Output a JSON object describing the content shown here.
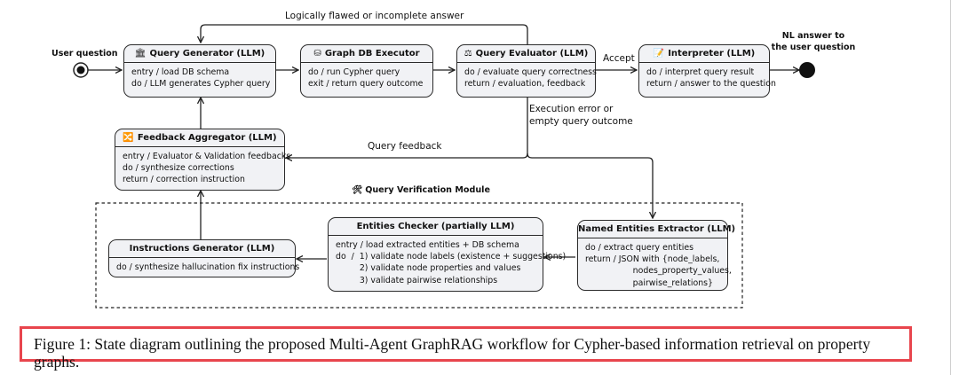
{
  "states": {
    "query_generator": {
      "icon": "🏛",
      "title": "Query Generator (LLM)",
      "body": "entry / load DB schema\ndo / LLM generates Cypher query"
    },
    "graph_db_executor": {
      "icon": "⛁",
      "title": "Graph DB Executor",
      "body": "do / run Cypher query\nexit / return query outcome"
    },
    "query_evaluator": {
      "icon": "⚖",
      "title": "Query Evaluator (LLM)",
      "body": "do / evaluate query correctness\nreturn / evaluation, feedback"
    },
    "interpreter": {
      "icon": "📝",
      "title": "Interpreter (LLM)",
      "body": "do / interpret query result\nreturn / answer to the question"
    },
    "feedback_aggregator": {
      "icon": "🔀",
      "title": "Feedback Aggregator (LLM)",
      "body": "entry / Evaluator & Validation feedbacks\ndo / synthesize corrections\nreturn / correction instruction"
    },
    "instructions_generator": {
      "icon": "",
      "title": "Instructions Generator (LLM)",
      "body": "do / synthesize hallucination fix instructions"
    },
    "entities_checker": {
      "icon": "",
      "title": "Entities Checker (partially LLM)",
      "body": "entry / load extracted entities + DB schema\ndo  /  1) validate node labels (existence + suggestions)\n         2) validate node properties and values\n         3) validate pairwise relationships"
    },
    "named_entities_extractor": {
      "icon": "",
      "title": "Named Entities Extractor (LLM)",
      "body": "do / extract query entities\nreturn / JSON with {node_labels,\n                  nodes_property_values,\n                  pairwise_relations}"
    }
  },
  "labels": {
    "user_question": "User question",
    "nl_answer": "NL answer to\nthe user question",
    "logically_flawed": "Logically flawed or incomplete answer",
    "accept": "Accept",
    "execution_error": "Execution error or\nempty query outcome",
    "query_feedback": "Query feedback",
    "module_icon": "🛠",
    "module_title": "Query Verification Module"
  },
  "caption": "Figure 1: State diagram outlining the proposed Multi-Agent GraphRAG workflow for Cypher-based information retrieval on property graphs."
}
